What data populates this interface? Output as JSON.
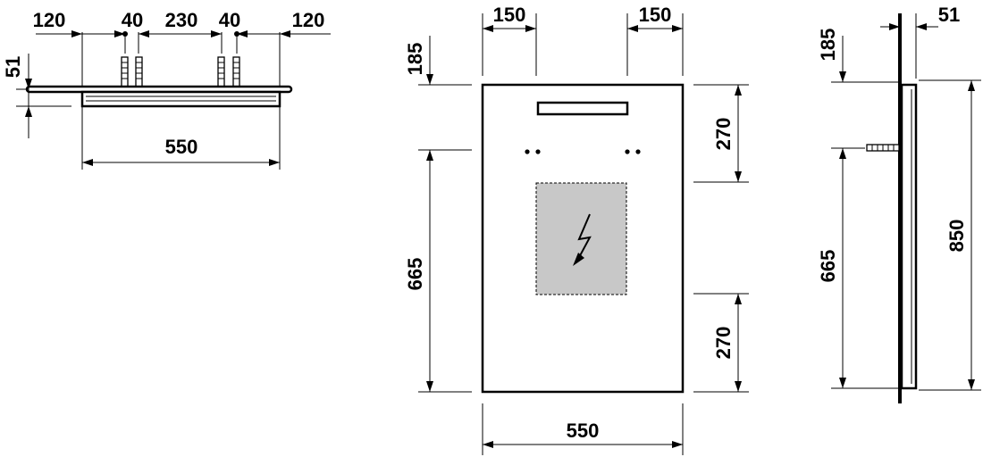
{
  "top_view": {
    "dim_left": "120",
    "dim_anchor_left": "40",
    "dim_middle": "230",
    "dim_anchor_right": "40",
    "dim_right": "120",
    "dim_thickness": "51",
    "dim_width": "550"
  },
  "front_view": {
    "dim_left_offset": "150",
    "dim_right_offset": "150",
    "dim_top": "185",
    "dim_lower": "665",
    "dim_upper_right": "270",
    "dim_lower_right": "270",
    "dim_width": "550"
  },
  "side_view": {
    "dim_depth": "51",
    "dim_top": "185",
    "dim_lower": "665",
    "dim_height": "850"
  },
  "colors": {
    "line": "#000000",
    "socket_fill": "#c8c8c8"
  },
  "icons": {
    "electric": "lightning-icon"
  }
}
